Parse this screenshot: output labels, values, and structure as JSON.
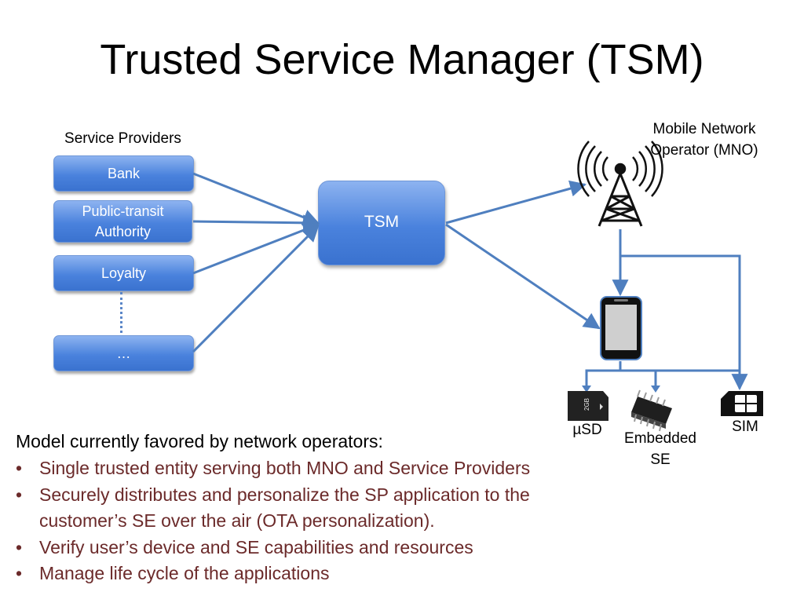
{
  "title": "Trusted Service Manager (TSM)",
  "service_providers": {
    "heading": "Service Providers",
    "items": [
      {
        "label": "Bank"
      },
      {
        "label": "Public-transit Authority"
      },
      {
        "label": "Loyalty"
      },
      {
        "label": "…"
      }
    ]
  },
  "tsm": {
    "label": "TSM"
  },
  "mno": {
    "label": "Mobile Network Operator (MNO)",
    "icon": "cell-tower-icon"
  },
  "phone": {
    "icon": "smartphone-icon"
  },
  "secure_elements": {
    "usd": {
      "label": "µSD",
      "icon": "microsd-card-icon",
      "card_text": "2GB"
    },
    "embedded": {
      "label": "Embedded SE",
      "icon": "chip-icon"
    },
    "sim": {
      "label": "SIM",
      "icon": "sim-card-icon"
    }
  },
  "text": {
    "lead": "Model currently favored by network operators:",
    "bullets": [
      "Single trusted entity serving both MNO and Service Providers",
      "Securely distributes and personalize the SP application to the customer’s SE over the air (OTA personalization).",
      "Verify user’s device and SE capabilities and resources",
      "Manage life cycle of the applications"
    ]
  },
  "colors": {
    "box_fill": "#4a82dd",
    "arrow": "#4f7fbf",
    "bullet_text": "#6b2a2a"
  }
}
